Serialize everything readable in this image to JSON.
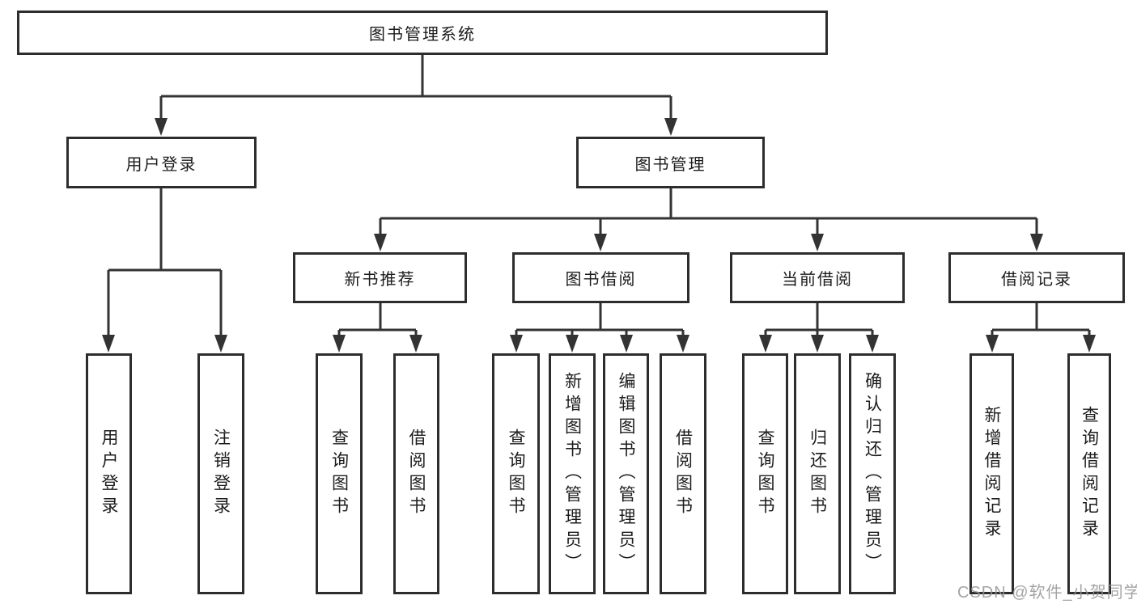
{
  "watermark": "CSDN @软件_小贺同学",
  "colors": {
    "box_border": "#2d2d2d",
    "connector_line": "#333333",
    "text": "#1c1c1c",
    "watermark_text": "#949494",
    "background": "#ffffff"
  },
  "tree": {
    "root": "图书管理系统",
    "branches": [
      {
        "label": "用户登录",
        "children": [
          "用户登录",
          "注销登录"
        ]
      },
      {
        "label": "图书管理",
        "groups": [
          {
            "label": "新书推荐",
            "children": [
              "查询图书",
              "借阅图书"
            ]
          },
          {
            "label": "图书借阅",
            "children": [
              "查询图书",
              "新增图书（管理员）",
              "编辑图书（管理员）",
              "借阅图书"
            ]
          },
          {
            "label": "当前借阅",
            "children": [
              "查询图书",
              "归还图书",
              "确认归还（管理员）"
            ]
          },
          {
            "label": "借阅记录",
            "children": [
              "新增借阅记录",
              "查询借阅记录"
            ]
          }
        ]
      }
    ]
  }
}
